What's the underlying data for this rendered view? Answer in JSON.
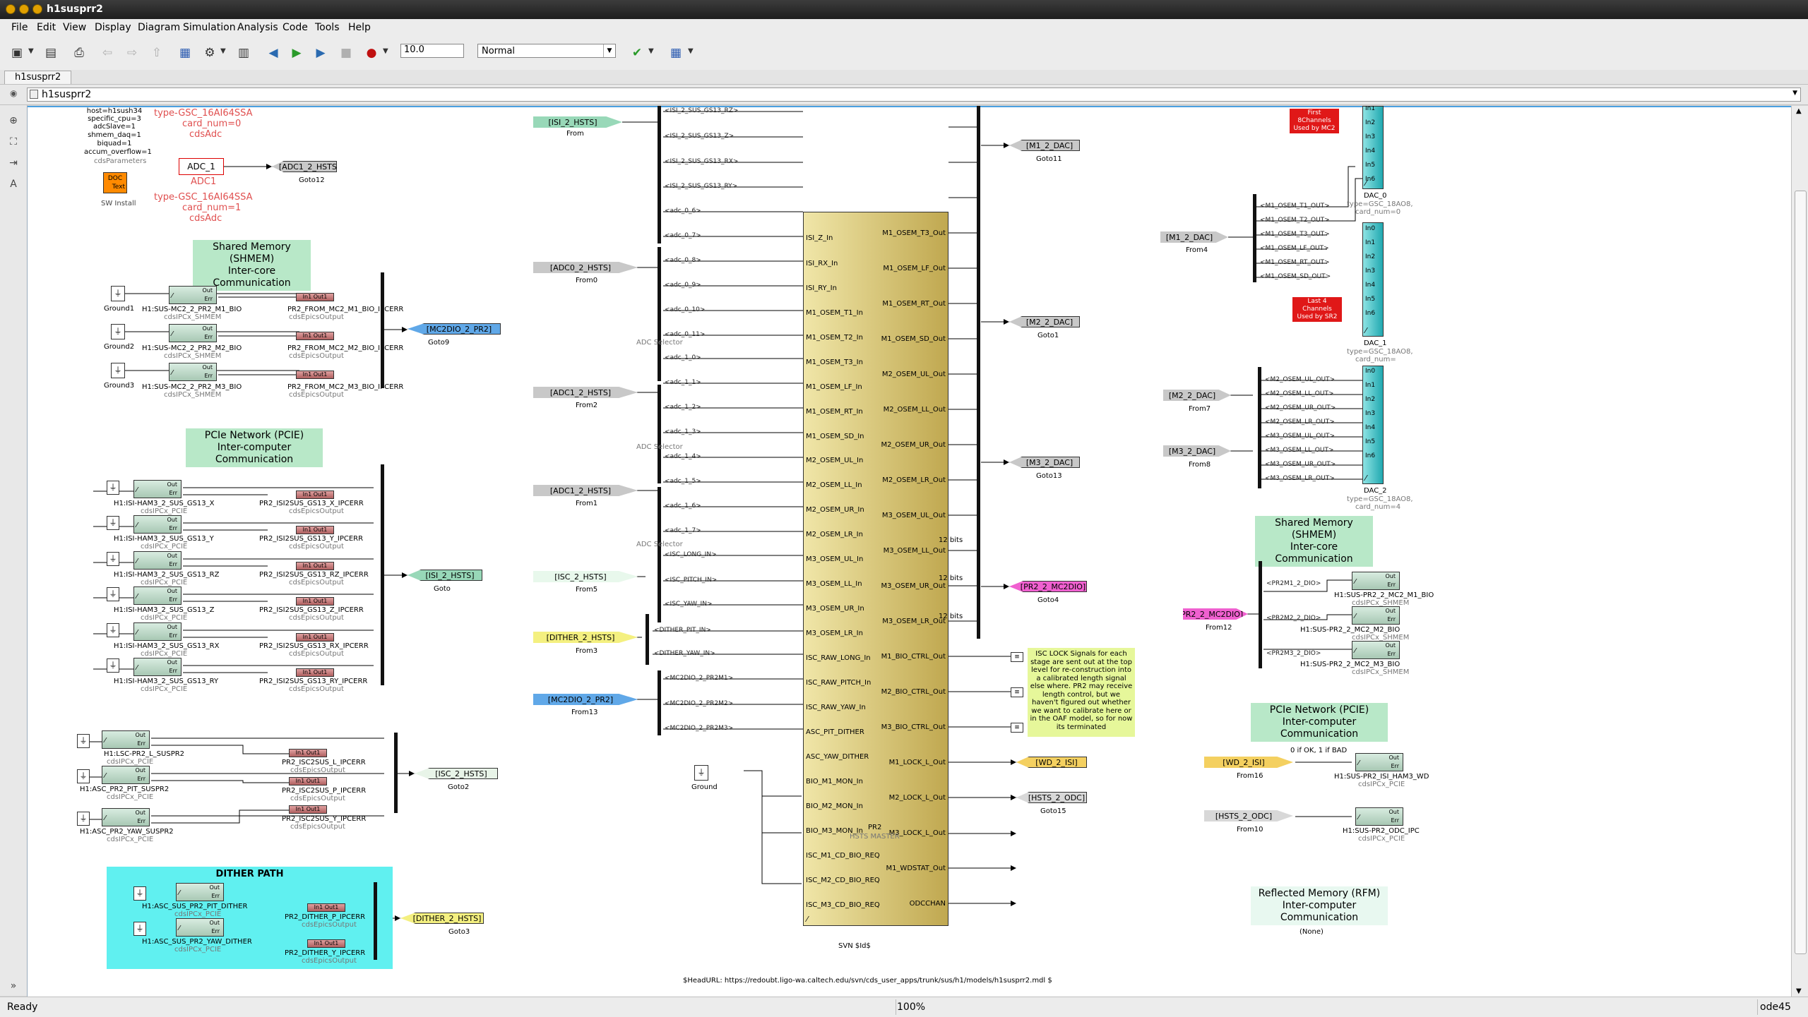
{
  "window": {
    "title": "h1susprr2"
  },
  "menu": [
    "File",
    "Edit",
    "View",
    "Display",
    "Diagram",
    "Simulation",
    "Analysis",
    "Code",
    "Tools",
    "Help"
  ],
  "toolbar": {
    "stop_time": "10.0",
    "sim_mode": "Normal"
  },
  "tab": {
    "label": "h1susprr2"
  },
  "address": {
    "path": "h1susprr2"
  },
  "status": {
    "left": "Ready",
    "zoom": "100%",
    "solver": "ode45"
  },
  "params": {
    "lines": [
      "host=h1sush34",
      "specific_cpu=3",
      "adcSlave=1",
      "shmem_daq=1",
      "biquad=1",
      "accum_overflow=1"
    ],
    "name": "cdsParameters"
  },
  "adc": {
    "adc0_type": "type-GSC_16AI64SSA",
    "adc0_card": "card_num=0",
    "adc0_lib": "cdsAdc",
    "adc1_block": "ADC_1",
    "adc1_name": "ADC1",
    "adc1_type": "type-GSC_16AI64SSA",
    "adc1_card": "card_num=1",
    "adc1_lib": "cdsAdc",
    "goto12_tag": "[ADC1_2_HSTS]",
    "goto12_name": "Goto12"
  },
  "swinstall": {
    "text1": "DOC",
    "text2": "Text",
    "name": "SW Install"
  },
  "shmem_left": {
    "title1": "Shared Memory (SHMEM)",
    "title2": "Inter-core Communication",
    "rows": [
      {
        "ground": "Ground1",
        "name": "H1:SUS-MC2_2_PR2_M1_BIO",
        "lib": "cdsIPCx_SHMEM",
        "epics": "PR2_FROM_MC2_M1_BIO_IPCERR",
        "elib": "cdsEpicsOutput"
      },
      {
        "ground": "Ground2",
        "name": "H1:SUS-MC2_2_PR2_M2_BIO",
        "lib": "cdsIPCx_SHMEM",
        "epics": "PR2_FROM_MC2_M2_BIO_IPCERR",
        "elib": "cdsEpicsOutput"
      },
      {
        "ground": "Ground3",
        "name": "H1:SUS-MC2_2_PR2_M3_BIO",
        "lib": "cdsIPCx_SHMEM",
        "epics": "PR2_FROM_MC2_M3_BIO_IPCERR",
        "elib": "cdsEpicsOutput"
      }
    ],
    "goto_tag": "[MC2DIO_2_PR2]",
    "goto_name": "Goto9"
  },
  "pcie_left": {
    "title1": "PCIe Network (PCIE)",
    "title2": "Inter-computer Communication",
    "rows": [
      {
        "name": "H1:ISI-HAM3_2_SUS_GS13_X",
        "lib": "cdsIPCx_PCIE",
        "epics": "PR2_ISI2SUS_GS13_X_IPCERR",
        "elib": "cdsEpicsOutput"
      },
      {
        "name": "H1:ISI-HAM3_2_SUS_GS13_Y",
        "lib": "cdsIPCx_PCIE",
        "epics": "PR2_ISI2SUS_GS13_Y_IPCERR",
        "elib": "cdsEpicsOutput"
      },
      {
        "name": "H1:ISI-HAM3_2_SUS_GS13_RZ",
        "lib": "cdsIPCx_PCIE",
        "epics": "PR2_ISI2SUS_GS13_RZ_IPCERR",
        "elib": "cdsEpicsOutput"
      },
      {
        "name": "H1:ISI-HAM3_2_SUS_GS13_Z",
        "lib": "cdsIPCx_PCIE",
        "epics": "PR2_ISI2SUS_GS13_Z_IPCERR",
        "elib": "cdsEpicsOutput"
      },
      {
        "name": "H1:ISI-HAM3_2_SUS_GS13_RX",
        "lib": "cdsIPCx_PCIE",
        "epics": "PR2_ISI2SUS_GS13_RX_IPCERR",
        "elib": "cdsEpicsOutput"
      },
      {
        "name": "H1:ISI-HAM3_2_SUS_GS13_RY",
        "lib": "cdsIPCx_PCIE",
        "epics": "PR2_ISI2SUS_GS13_RY_IPCERR",
        "elib": "cdsEpicsOutput"
      }
    ],
    "goto_tag": "[ISI_2_HSTS]",
    "goto_name": "Goto"
  },
  "asc_left": {
    "rows": [
      {
        "name": "H1:LSC-PR2_L_SUSPR2",
        "lib": "cdsIPCx_PCIE",
        "epics": "PR2_ISC2SUS_L_IPCERR",
        "elib": "cdsEpicsOutput"
      },
      {
        "name": "H1:ASC_PR2_PIT_SUSPR2",
        "lib": "cdsIPCx_PCIE",
        "epics": "PR2_ISC2SUS_P_IPCERR",
        "elib": "cdsEpicsOutput"
      },
      {
        "name": "H1:ASC_PR2_YAW_SUSPR2",
        "lib": "cdsIPCx_PCIE",
        "epics": "PR2_ISC2SUS_Y_IPCERR",
        "elib": "cdsEpicsOutput"
      }
    ],
    "goto_tag": "[ISC_2_HSTS]",
    "goto_name": "Goto2"
  },
  "dither": {
    "title": "DITHER PATH",
    "rows": [
      {
        "name": "H1:ASC_SUS_PR2_PIT_DITHER",
        "lib": "cdsIPCx_PCIE",
        "epics": "PR2_DITHER_P_IPCERR",
        "elib": "cdsEpicsOutput"
      },
      {
        "name": "H1:ASC_SUS_PR2_YAW_DITHER",
        "lib": "cdsIPCx_PCIE",
        "epics": "PR2_DITHER_Y_IPCERR",
        "elib": "cdsEpicsOutput"
      }
    ],
    "goto_tag": "[DITHER_2_HSTS]",
    "goto_name": "Goto3"
  },
  "epics_label": "In1   Out1",
  "ipc_out": "Out",
  "ipc_err": "Err",
  "froms": [
    {
      "tag": "[ISI_2_HSTS]",
      "name": "From"
    },
    {
      "tag": "[ADC0_2_HSTS]",
      "name": "From0"
    },
    {
      "tag": "[ADC1_2_HSTS]",
      "name": "From2"
    },
    {
      "tag": "[ADC1_2_HSTS]",
      "name": "From1"
    },
    {
      "tag": "[ISC_2_HSTS]",
      "name": "From5"
    },
    {
      "tag": "[DITHER_2_HSTS]",
      "name": "From3"
    },
    {
      "tag": "[MC2DIO_2_PR2]",
      "name": "From13"
    }
  ],
  "adc_selector": "ADC Selector",
  "selectors": [
    "<ISI_2_SUS_GS13_RZ>",
    "<ISI_2_SUS_GS13_Z>",
    "<ISI_2_SUS_GS13_RX>",
    "<ISI_2_SUS_GS13_RY>",
    "<adc_0_6>",
    "<adc_0_7>",
    "<adc_0_8>",
    "<adc_0_9>",
    "<adc_0_10>",
    "<adc_0_11>",
    "<adc_1_0>",
    "<adc_1_1>",
    "<adc_1_2>",
    "<adc_1_3>",
    "<adc_1_4>",
    "<adc_1_5>",
    "<adc_1_6>",
    "<adc_1_7>",
    "<ISC_LONG_IN>",
    "<ISC_PITCH_IN>",
    "<ISC_YAW_IN>",
    "<DITHER_PIT_IN>",
    "<DITHER_YAW_IN>",
    "<MC2DIO_2_PR2M1>",
    "<MC2DIO_2_PR2M2>",
    "<MC2DIO_2_PR2M3>"
  ],
  "pr2": {
    "name": "PR2",
    "sub": "HSTS MASTER",
    "inputs": [
      "ISI_Z_In",
      "ISI_RX_In",
      "ISI_RY_In",
      "M1_OSEM_T1_In",
      "M1_OSEM_T2_In",
      "M1_OSEM_T3_In",
      "M1_OSEM_LF_In",
      "M1_OSEM_RT_In",
      "M1_OSEM_SD_In",
      "M2_OSEM_UL_In",
      "M2_OSEM_LL_In",
      "M2_OSEM_UR_In",
      "M2_OSEM_LR_In",
      "M3_OSEM_UL_In",
      "M3_OSEM_LL_In",
      "M3_OSEM_UR_In",
      "M3_OSEM_LR_In",
      "ISC_RAW_LONG_In",
      "ISC_RAW_PITCH_In",
      "ISC_RAW_YAW_In",
      "ASC_PIT_DITHER",
      "ASC_YAW_DITHER",
      "BIO_M1_MON_In",
      "BIO_M2_MON_In",
      "BIO_M3_MON_In",
      "ISC_M1_CD_BIO_REQ",
      "ISC_M2_CD_BIO_REQ",
      "ISC_M3_CD_BIO_REQ"
    ],
    "outputs": [
      "M1_OSEM_T3_Out",
      "M1_OSEM_LF_Out",
      "M1_OSEM_RT_Out",
      "M1_OSEM_SD_Out",
      "M2_OSEM_UL_Out",
      "M2_OSEM_LL_Out",
      "M2_OSEM_UR_Out",
      "M2_OSEM_LR_Out",
      "M3_OSEM_UL_Out",
      "M3_OSEM_LL_Out",
      "M3_OSEM_UR_Out",
      "M3_OSEM_LR_Out",
      "M1_BIO_CTRL_Out",
      "M2_BIO_CTRL_Out",
      "M3_BIO_CTRL_Out",
      "M1_LOCK_L_Out",
      "M2_LOCK_L_Out",
      "M3_LOCK_L_Out",
      "M1_WDSTAT_Out",
      "ODCCHAN"
    ]
  },
  "pr2_ground": "Ground",
  "bits": "12 bits",
  "gotos_mid": [
    {
      "tag": "[M1_2_DAC]",
      "name": "Goto11"
    },
    {
      "tag": "[M2_2_DAC]",
      "name": "Goto1"
    },
    {
      "tag": "[M3_2_DAC]",
      "name": "Goto13"
    },
    {
      "tag": "[PR2_2_MC2DIO]",
      "name": "Goto4"
    },
    {
      "tag": "[WD_2_ISI]",
      "name": ""
    },
    {
      "tag": "[HSTS_2_ODC]",
      "name": "Goto15"
    }
  ],
  "isc_note": "ISC LOCK Signals for each stage are sent out at the top level for re-construction into a calibrated length signal else where. PR2 may receive length control, but we haven't figured out whether we want to calibrate here or in the OAF model, so for now its terminated",
  "dac": {
    "m1_from": {
      "tag": "[M1_2_DAC]",
      "name": "From4"
    },
    "m2_from": {
      "tag": "[M2_2_DAC]",
      "name": "From7"
    },
    "m3_from": {
      "tag": "[M3_2_DAC]",
      "name": "From8"
    },
    "m1_sel": [
      "<M1_OSEM_T1_OUT>",
      "<M1_OSEM_T2_OUT>",
      "<M1_OSEM_T3_OUT>",
      "<M1_OSEM_LF_OUT>",
      "<M1_OSEM_RT_OUT>",
      "<M1_OSEM_SD_OUT>"
    ],
    "m23_sel": [
      "<M2_OSEM_UL_OUT>",
      "<M2_OSEM_LL_OUT>",
      "<M2_OSEM_UR_OUT>",
      "<M2_OSEM_LR_OUT>",
      "<M3_OSEM_UL_OUT>",
      "<M3_OSEM_LL_OUT>",
      "<M3_OSEM_UR_OUT>",
      "<M3_OSEM_LR_OUT>"
    ],
    "ins": [
      "In0",
      "In1",
      "In2",
      "In3",
      "In4",
      "In5",
      "In6"
    ],
    "dac0_name": "DAC_0",
    "dac0_type": "type=GSC_18AO8,",
    "dac0_card": "card_num=0",
    "dac1_name": "DAC_1",
    "dac1_type": "type=GSC_18AO8,",
    "dac1_card": "card_num=",
    "dac2_name": "DAC_2",
    "dac2_type": "type=GSC_18AO8,",
    "dac2_card": "card_num=4",
    "red1": "First 8Channels Used by MC2",
    "red2": "Last 4 Channels Used by SR2"
  },
  "shmem_right": {
    "title1": "Shared Memory (SHMEM)",
    "title2": "Inter-core Communication",
    "from_tag": "[PR2_2_MC2DIO]",
    "from_name": "From12",
    "sel": [
      "<PR2M1_2_DIO>",
      "<PR2M2_2_DIO>",
      "<PR2M3_2_DIO>"
    ],
    "rows": [
      {
        "name": "H1:SUS-PR2_2_MC2_M1_BIO",
        "lib": "cdsIPCx_SHMEM"
      },
      {
        "name": "H1:SUS-PR2_2_MC2_M2_BIO",
        "lib": "cdsIPCx_SHMEM"
      },
      {
        "name": "H1:SUS-PR2_2_MC2_M3_BIO",
        "lib": "cdsIPCx_SHMEM"
      }
    ]
  },
  "pcie_right": {
    "title1": "PCIe Network (PCIE)",
    "title2": "Inter-computer Communication",
    "ok_label": "0 if OK, 1 if BAD",
    "rows": [
      {
        "from_tag": "[WD_2_ISI]",
        "from_name": "From16",
        "name": "H1:SUS-PR2_ISI_HAM3_WD",
        "lib": "cdsIPCx_PCIE"
      },
      {
        "from_tag": "[HSTS_2_ODC]",
        "from_name": "From10",
        "name": "H1:SUS-PR2_ODC_IPC",
        "lib": "cdsIPCx_PCIE"
      }
    ]
  },
  "rfm": {
    "title1": "Reflected Memory (RFM)",
    "title2": "Inter-computer Communication",
    "none": "(None)"
  },
  "svn": "SVN $Id$",
  "headurl": "$HeadURL: https://redoubt.ligo-wa.caltech.edu/svn/cds_user_apps/trunk/sus/h1/models/h1susprr2.mdl $",
  "colors": {
    "from_green": "#98d8b8",
    "from_gray": "#c8c8c8",
    "from_yellow": "#f4f080",
    "from_blue": "#60a8e8",
    "from_pink": "#f060d0",
    "shmem_bg": "#b8e8c8",
    "dither_bg": "#60f0f0",
    "dac": "#20a8b0"
  }
}
